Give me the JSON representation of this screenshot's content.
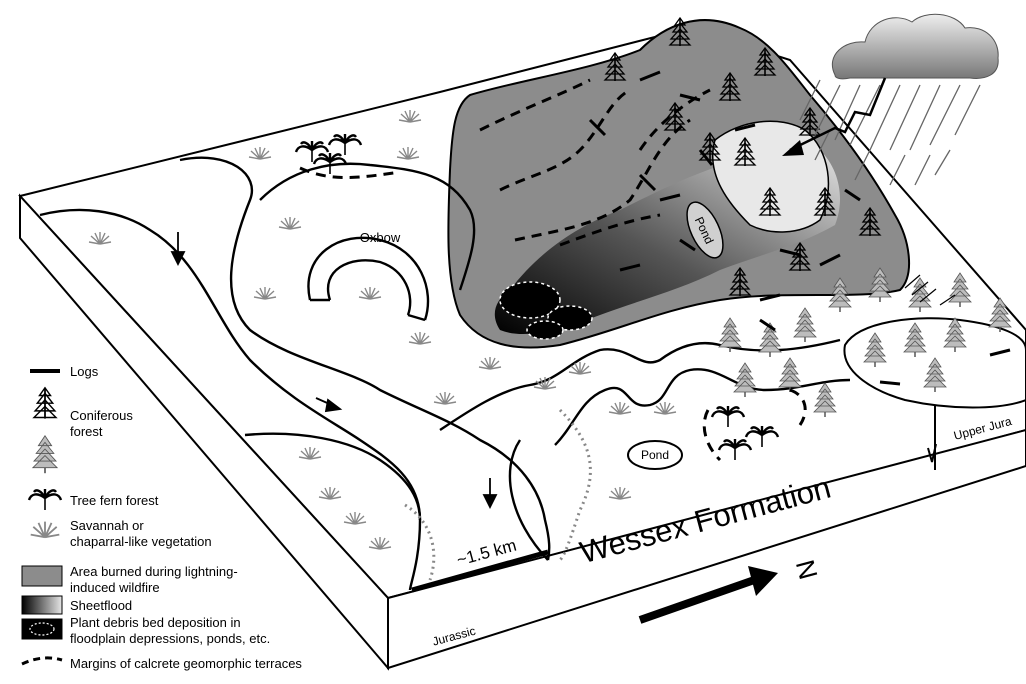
{
  "labels": {
    "oxbow": "Oxbow",
    "pond_upper": "Pond",
    "pond_lower": "Pond",
    "scale": "~1.5 km",
    "formation": "Wessex Formation",
    "north": "N",
    "upper_jurassic": "Upper Jura",
    "jurassic": "Jurassic"
  },
  "legend": {
    "logs": "Logs",
    "coniferous_line1": "Coniferous",
    "coniferous_line2": "forest",
    "tree_fern": "Tree fern forest",
    "savannah_line1": "Savannah or",
    "savannah_line2": "chaparral-like vegetation",
    "burned_line1": "Area burned during lightning-",
    "burned_line2": "induced wildfire",
    "sheetflood": "Sheetflood",
    "debris_line1": "Plant debris bed deposition in",
    "debris_line2": "floodplain depressions, ponds, etc.",
    "margins": "Margins of calcrete geomorphic terraces"
  },
  "colors": {
    "burned": "#8c8c8c",
    "ink": "#000000",
    "cloud": "#9a9a9a"
  },
  "icons": {
    "conifer": "conifer-tree-icon",
    "tree_fern": "tree-fern-icon",
    "savannah": "savannah-shrub-icon",
    "cloud": "rain-cloud-icon",
    "lightning": "lightning-bolt-icon"
  }
}
